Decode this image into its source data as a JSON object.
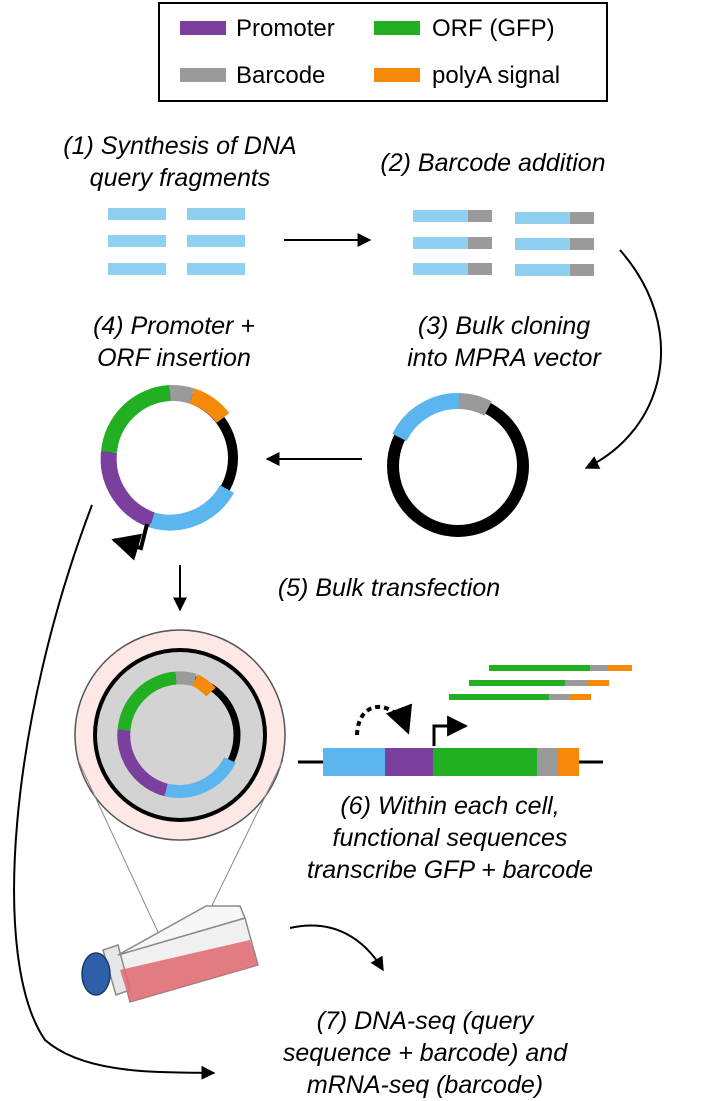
{
  "legend": {
    "items": [
      {
        "label": "Promoter",
        "color": "#7b3f9e"
      },
      {
        "label": "ORF (GFP)",
        "color": "#22b022"
      },
      {
        "label": "Barcode",
        "color": "#9a9a9a"
      },
      {
        "label": "polyA signal",
        "color": "#f58a0a"
      }
    ]
  },
  "colors": {
    "query_fragment": "#8fd0f0",
    "vector": "#000000",
    "cell_outer": "#fde8e6",
    "cell_inner": "#d3d3d3",
    "flask_liquid": "#e0666e",
    "flask_cap": "#2f5fa8"
  },
  "steps": {
    "s1": {
      "line1": "(1) Synthesis of DNA",
      "line2": "query fragments"
    },
    "s2": {
      "line1": "(2) Barcode addition"
    },
    "s3": {
      "line1": "(3) Bulk cloning",
      "line2": "into MPRA vector"
    },
    "s4": {
      "line1": "(4) Promoter +",
      "line2": "ORF insertion"
    },
    "s5": {
      "line1": "(5) Bulk transfection"
    },
    "s6": {
      "line1": "(6) Within each cell,",
      "line2": "functional sequences",
      "line3": "transcribe GFP + barcode"
    },
    "s7": {
      "line1": "(7) DNA-seq (query",
      "line2": "sequence + barcode) and",
      "line3": "mRNA-seq (barcode)"
    }
  }
}
